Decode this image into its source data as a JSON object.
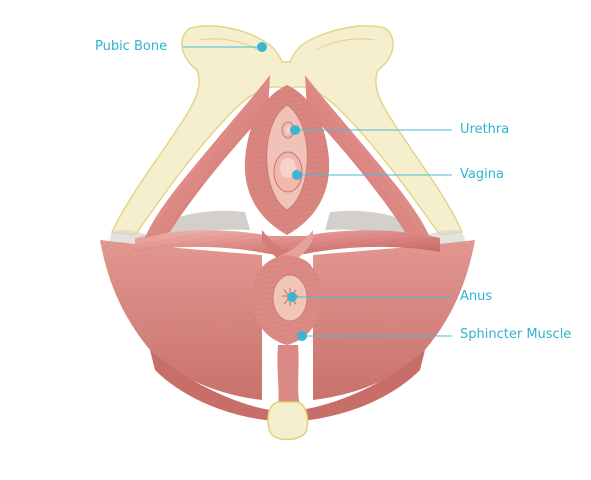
{
  "labels": {
    "pubic_bone": "Pubic Bone",
    "urethra": "Urethra",
    "vagina": "Vagina",
    "anus": "Anus",
    "sphincter_muscle": "Sphincter Muscle"
  },
  "colors": {
    "label": "#2fb3cf",
    "leader": "#4bbdd6",
    "bone": "#f3ecc8",
    "bone_edge": "#e2d07a",
    "muscle_light": "#eaa5a0",
    "muscle_mid": "#d9817c",
    "muscle_dark": "#b95c58",
    "inner": "#f6d3c8",
    "shadow": "#c8c6c2"
  }
}
